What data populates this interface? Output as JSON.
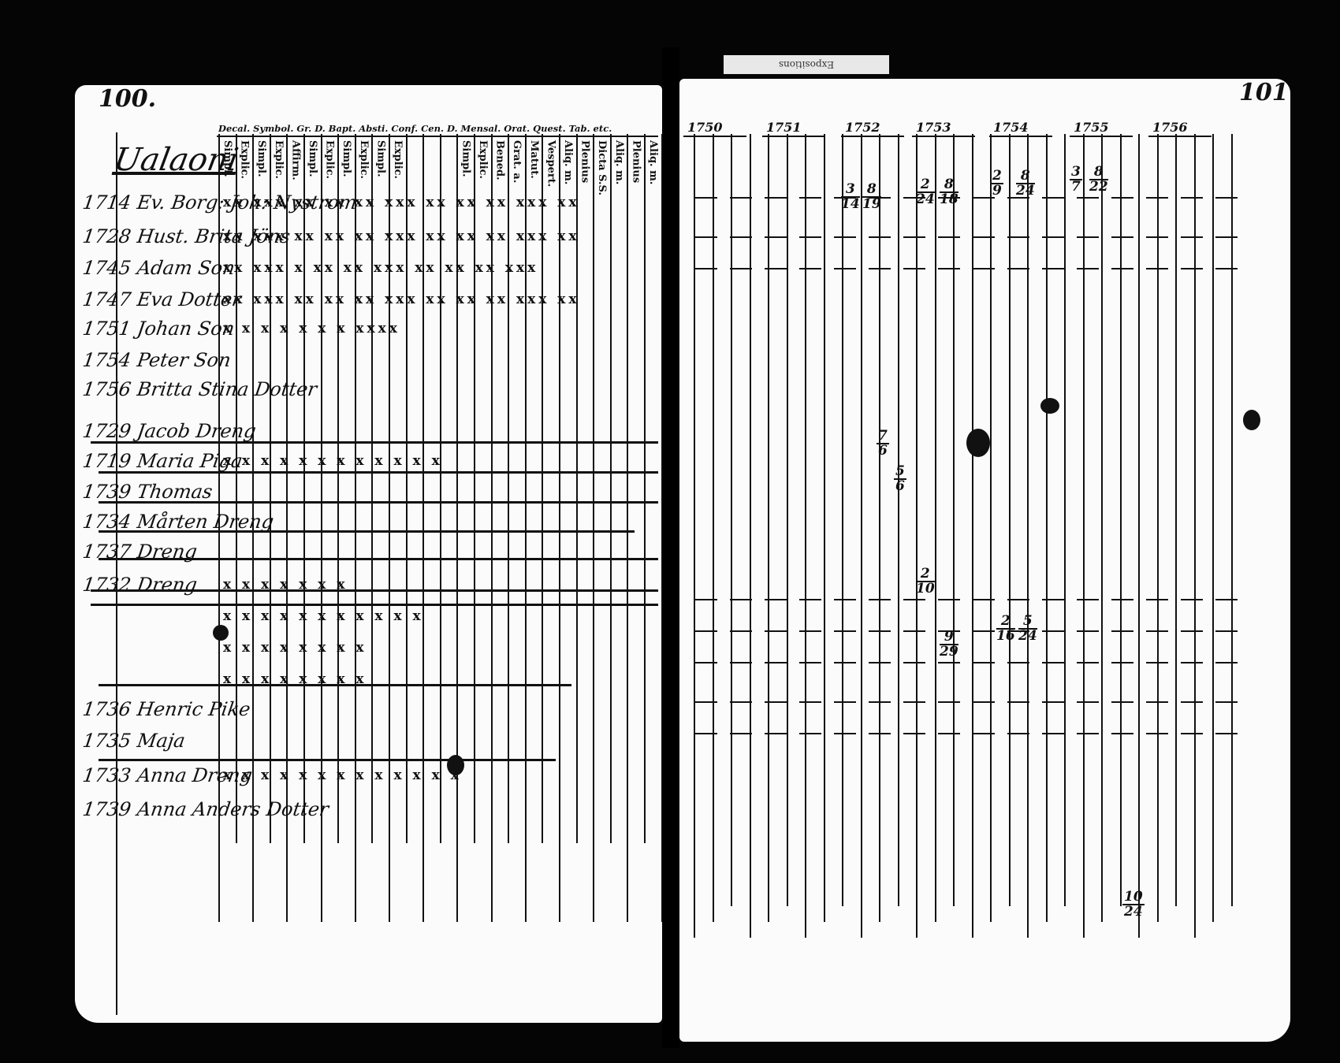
{
  "left_page": {
    "folio": "100.",
    "parish": "Ualaoni",
    "header_row": "Decal. Symbol. Gr. D. Bapt. Absti. Conf. Cen. D. Mensal. Orat. Quest. Tab. etc.",
    "columns": [
      "Simpl.",
      "Explic.",
      "Simpl.",
      "Explic.",
      "Affirm.",
      "Simpl.",
      "Explic.",
      "Simpl.",
      "Explic.",
      "Simpl.",
      "Explic.",
      "",
      "",
      "",
      "Simpl.",
      "Explic.",
      "Bened.",
      "Grat. a.",
      "Matut.",
      "Vespert.",
      "Aliq. m.",
      "Plenius",
      "Dicta S.S.",
      "Aliq. m.",
      "Plenius",
      "Aliq. m."
    ],
    "entries": [
      {
        "year": "1714",
        "text": "Ev. Borg: Joh: Nystrom",
        "marks": "xx xxx xx xx xx xxx xx xx xx xxx xx"
      },
      {
        "year": "1728",
        "text": "Hust. Brita Jöns",
        "marks": "xx xxx xx xx xx xxx xx xx xx xxx xx"
      },
      {
        "year": "1745",
        "text": "Adam Son",
        "marks": "xx xxx x xx xx xxx xx xx xx xxx"
      },
      {
        "year": "1747",
        "text": "Eva Dotter",
        "marks": "xx xxx xx xx xx xxx xx xx xx xxx xx"
      },
      {
        "year": "1751",
        "text": "Johan Son",
        "marks": "x x x x x x x xxxx"
      },
      {
        "year": "1754",
        "text": "Peter Son",
        "marks": ""
      },
      {
        "year": "1756",
        "text": "Britta Stina Dotter",
        "marks": ""
      },
      {
        "year": "1729",
        "text": "Jacob Dreng",
        "marks": ""
      },
      {
        "year": "1719",
        "text": "Maria Piga",
        "marks": "x x x x x x x x x x x x"
      },
      {
        "year": "1739",
        "text": "Thomas",
        "marks": ""
      },
      {
        "year": "1734",
        "text": "Mårten Dreng",
        "marks": ""
      },
      {
        "year": "1737",
        "text": "Dreng",
        "marks": ""
      },
      {
        "year": "1732",
        "text": "Dreng",
        "marks": "x x x x x x x"
      },
      {
        "year": "",
        "text": "",
        "marks": "x x x x x x x x x x x"
      },
      {
        "year": "",
        "text": "",
        "marks": "x x x x x x x x"
      },
      {
        "year": "",
        "text": "",
        "marks": "x x x x x x x x"
      },
      {
        "year": "1736",
        "text": "Henric Pike",
        "marks": ""
      },
      {
        "year": "1735",
        "text": "Maja",
        "marks": ""
      },
      {
        "year": "1733",
        "text": "Anna Dreng",
        "marks": "x x x x x x x x x x x x x"
      },
      {
        "year": "1739",
        "text": "Anna Anders Dotter",
        "marks": ""
      }
    ]
  },
  "right_page": {
    "folio": "101",
    "tab_label": "Expositions",
    "years": [
      "1750",
      "1751",
      "1752",
      "1753",
      "1754",
      "1755",
      "1756"
    ],
    "fractions": [
      {
        "num": "3",
        "den": "14"
      },
      {
        "num": "8",
        "den": "19"
      },
      {
        "num": "2",
        "den": "24"
      },
      {
        "num": "8",
        "den": "18"
      },
      {
        "num": "2",
        "den": "9"
      },
      {
        "num": "8",
        "den": "24"
      },
      {
        "num": "3",
        "den": "7"
      },
      {
        "num": "8",
        "den": "22"
      },
      {
        "num": "7",
        "den": "6"
      },
      {
        "num": "5",
        "den": "6"
      },
      {
        "num": "2",
        "den": "10"
      },
      {
        "num": "9",
        "den": "29"
      },
      {
        "num": "2",
        "den": "16"
      },
      {
        "num": "5",
        "den": "24"
      },
      {
        "num": "10",
        "den": "24"
      }
    ]
  }
}
